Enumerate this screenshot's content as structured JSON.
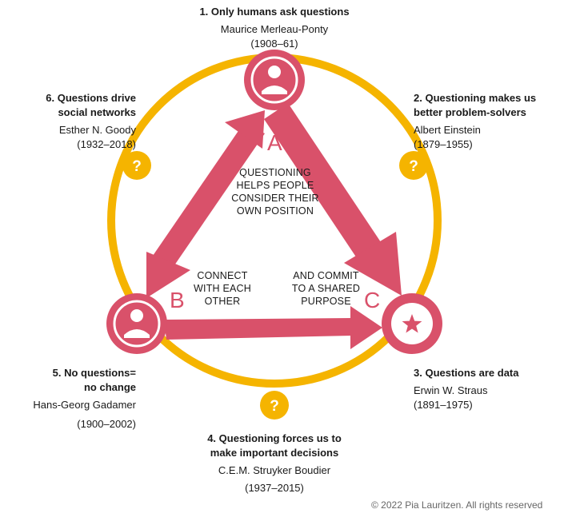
{
  "colors": {
    "ring": "#f5b400",
    "accent": "#d9516a",
    "text": "#1a1a1a",
    "muted": "#666666"
  },
  "labels": {
    "q1": {
      "title": "1. Only humans ask questions",
      "name": "Maurice Merleau-Ponty",
      "years": "(1908–61)"
    },
    "q2": {
      "title_1": "2. Questioning makes us",
      "title_2": "better problem-solvers",
      "name": "Albert Einstein",
      "years": "(1879–1955)"
    },
    "q3": {
      "title": "3. Questions are data",
      "name": "Erwin W. Straus",
      "years": "(1891–1975)"
    },
    "q4": {
      "title_1": "4. Questioning forces us to",
      "title_2": "make important decisions",
      "name": "C.E.M. Struyker Boudier",
      "years": "(1937–2015)"
    },
    "q5": {
      "title_1": "5. No questions=",
      "title_2": "no change",
      "name": "Hans-Georg Gadamer",
      "years": "(1900–2002)"
    },
    "q6": {
      "title_1": "6. Questions drive",
      "title_2": "social networks",
      "name": "Esther N. Goody",
      "years": "(1932–2018)"
    }
  },
  "nodes": {
    "a": "A",
    "b": "B",
    "c": "C"
  },
  "inner_text": {
    "center": [
      "QUESTIONING",
      "HELPS PEOPLE",
      "CONSIDER THEIR",
      "OWN POSITION"
    ],
    "left": [
      "CONNECT",
      "WITH EACH",
      "OTHER"
    ],
    "right": [
      "AND COMMIT",
      "TO A SHARED",
      "PURPOSE"
    ]
  },
  "question_mark": "?",
  "icons": {
    "node_a": "person-icon",
    "node_b": "person-icon",
    "node_c": "star-icon"
  },
  "copyright": "© 2022 Pia Lauritzen. All rights reserved"
}
